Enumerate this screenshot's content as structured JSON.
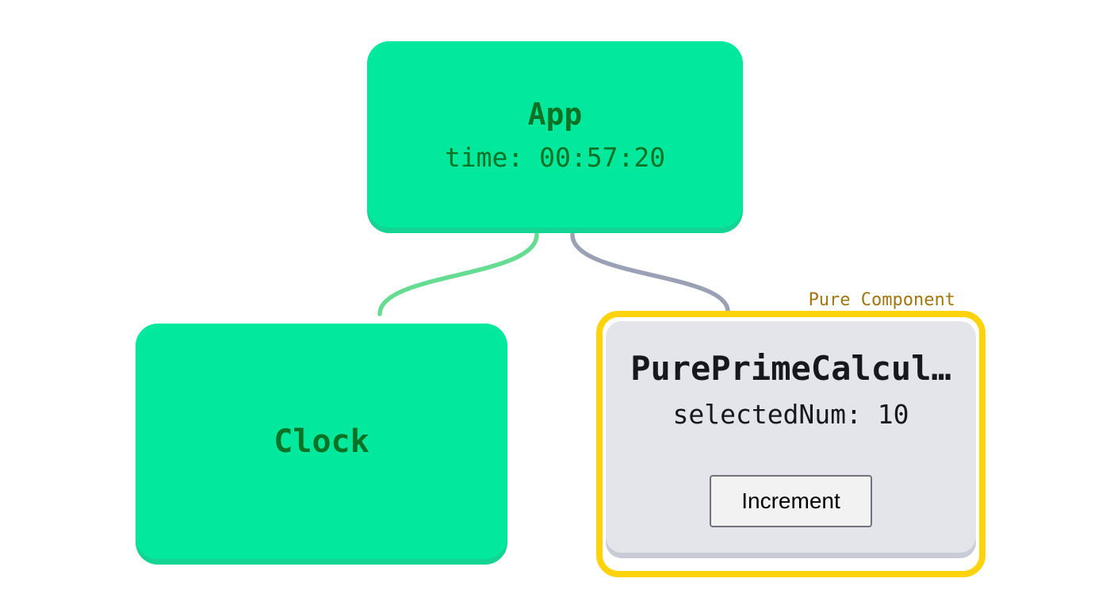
{
  "diagram": {
    "description": "React component tree visualization",
    "nodes": {
      "app": {
        "title": "App",
        "state": "time: 00:57:20"
      },
      "clock": {
        "title": "Clock"
      },
      "pure_prime_calculator": {
        "badge": "Pure Component",
        "title": "PurePrimeCalcul…",
        "state": "selectedNum: 10",
        "button_label": "Increment"
      }
    },
    "edges": [
      {
        "from": "app",
        "to": "clock",
        "color": "#66DC92"
      },
      {
        "from": "app",
        "to": "pure_prime_calculator",
        "color": "#9AA1B4"
      }
    ]
  },
  "colors": {
    "node_green": "#02E89C",
    "node_green_shadow": "#14D493",
    "node_text_green": "#0A7224",
    "edge_green": "#66DC92",
    "edge_gray": "#9AA1B4",
    "pure_border_yellow": "#FFD30B",
    "pure_badge_text": "#A3750E",
    "panel_gray": "#E4E5EB",
    "panel_gray_shadow": "#C9CCD6",
    "panel_text_dark": "#16181D",
    "button_bg": "#F2F2F2",
    "button_border": "#70747A",
    "canvas_bg": "#FFFFFF"
  }
}
